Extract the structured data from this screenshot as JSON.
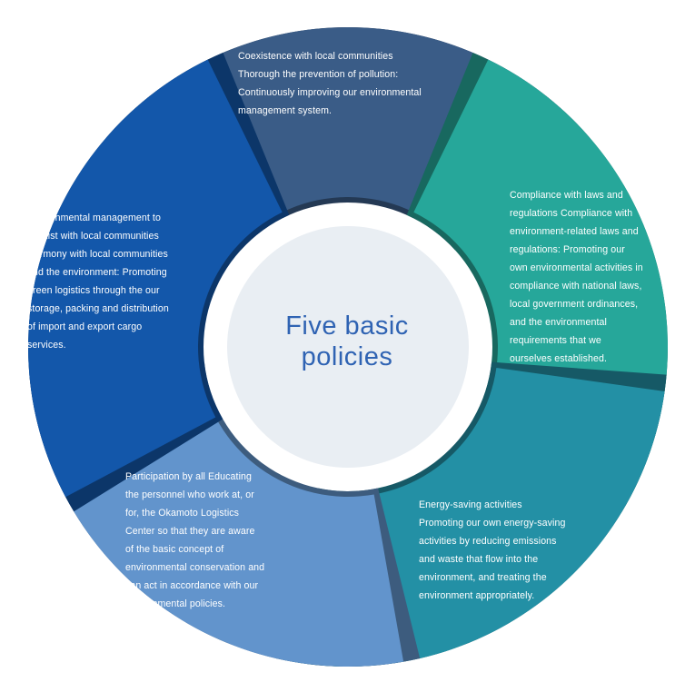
{
  "center": {
    "line1": "Five basic",
    "line2": "policies"
  },
  "policies": [
    {
      "id": "local-communities",
      "color": "#3a5c87",
      "lines": [
        "Coexistence with local communities",
        "Thorough the prevention of pollution:",
        "Continuously improving our environmental",
        "management system."
      ]
    },
    {
      "id": "compliance",
      "color": "#26a79a",
      "lines": [
        "Compliance with laws and",
        "regulations Compliance with",
        "environment-related laws and",
        "regulations: Promoting our",
        "own environmental activities in",
        "compliance with national laws,",
        "local government ordinances,",
        "and the environmental",
        "requirements that we",
        "ourselves established."
      ]
    },
    {
      "id": "energy-saving",
      "color": "#2390a5",
      "lines": [
        "Energy-saving activities",
        "Promoting our own energy-saving",
        "activities by reducing emissions",
        "and waste that flow into the",
        "environment, and treating the",
        "environment appropriately."
      ]
    },
    {
      "id": "participation",
      "color": "#6294cc",
      "lines": [
        "Participation by all Educating",
        "the personnel who work at, or",
        "for, the Okamoto Logistics",
        "Center so that they are aware",
        "of the basic concept of",
        "environmental conservation and",
        "can act in accordance with our",
        "environmental policies."
      ]
    },
    {
      "id": "environmental-management",
      "color": "#1357aa",
      "lines": [
        "Environmental management to",
        "coexist with local communities",
        "Harmony with local communities",
        "and the environment: Promoting",
        "green logistics through the our",
        "storage, packing and distribution",
        "of import and export cargo",
        "services."
      ]
    }
  ],
  "colors": {
    "ring": "#e8edf2",
    "center": "#e9eef3",
    "title": "#2f63b3"
  }
}
